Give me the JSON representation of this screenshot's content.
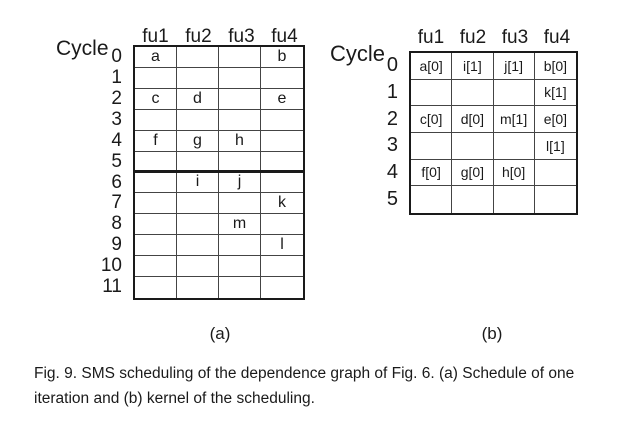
{
  "figure": {
    "caption": "Fig. 9. SMS scheduling of the dependence graph of Fig. 6. (a) Schedule of one iteration and (b) kernel of the scheduling."
  },
  "schedule_a": {
    "subfigure_label": "(a)",
    "row_header_title": "Cycle",
    "columns": [
      "fu1",
      "fu2",
      "fu3",
      "fu4"
    ],
    "row_labels": [
      "0",
      "1",
      "2",
      "3",
      "4",
      "5",
      "6",
      "7",
      "8",
      "9",
      "10",
      "11"
    ],
    "cells": [
      [
        "a",
        "",
        "",
        "b"
      ],
      [
        "",
        "",
        "",
        ""
      ],
      [
        "c",
        "d",
        "",
        "e"
      ],
      [
        "",
        "",
        "",
        ""
      ],
      [
        "f",
        "g",
        "h",
        ""
      ],
      [
        "",
        "",
        "",
        ""
      ],
      [
        "",
        "i",
        "j",
        ""
      ],
      [
        "",
        "",
        "",
        "k"
      ],
      [
        "",
        "",
        "m",
        ""
      ],
      [
        "",
        "",
        "",
        "l"
      ],
      [
        "",
        "",
        "",
        ""
      ],
      [
        "",
        "",
        "",
        ""
      ]
    ]
  },
  "kernel_b": {
    "subfigure_label": "(b)",
    "row_header_title": "Cycle",
    "columns": [
      "fu1",
      "fu2",
      "fu3",
      "fu4"
    ],
    "row_labels": [
      "0",
      "1",
      "2",
      "3",
      "4",
      "5"
    ],
    "cells": [
      [
        "a[0]",
        "i[1]",
        "j[1]",
        "b[0]"
      ],
      [
        "",
        "",
        "",
        "k[1]"
      ],
      [
        "c[0]",
        "d[0]",
        "m[1]",
        "e[0]"
      ],
      [
        "",
        "",
        "",
        "l[1]"
      ],
      [
        "f[0]",
        "g[0]",
        "h[0]",
        ""
      ],
      [
        "",
        "",
        "",
        ""
      ]
    ]
  }
}
